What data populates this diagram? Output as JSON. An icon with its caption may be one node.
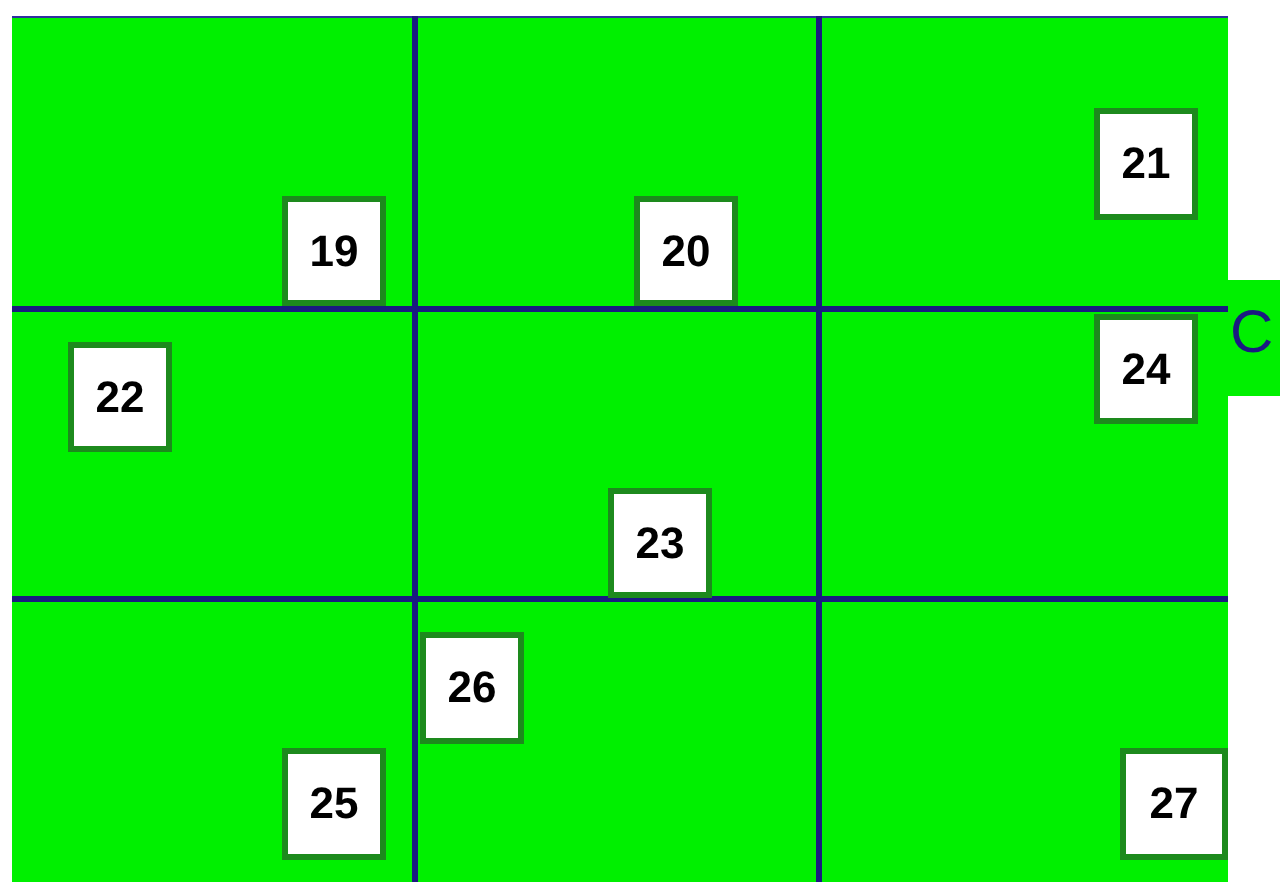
{
  "diagram": {
    "labels": [
      "21",
      "19",
      "20",
      "24",
      "C",
      "22",
      "23",
      "26",
      "25",
      "27"
    ]
  }
}
